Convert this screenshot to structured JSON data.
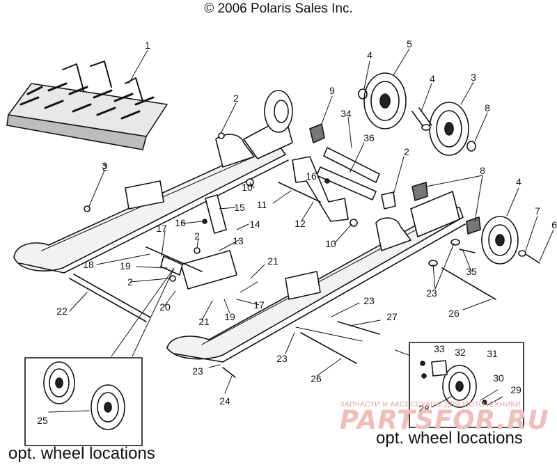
{
  "copyright": "© 2006 Polaris Sales Inc.",
  "opt_wheel_left": "opt. wheel locations",
  "opt_wheel_right": "opt. wheel locations",
  "watermark": {
    "small_text": "ЗАПЧАСТИ И АКСЕССУАРЫ ДЛЯ МОТОТЕХНИКИ",
    "logo_text": "PARTSFOR.RU"
  },
  "callouts": [
    "1",
    "2",
    "3",
    "4",
    "5",
    "4",
    "3",
    "8",
    "9",
    "34",
    "36",
    "2",
    "2",
    "10",
    "16",
    "11",
    "12",
    "15",
    "16",
    "14",
    "2",
    "17",
    "13",
    "18",
    "19",
    "2",
    "21",
    "20",
    "21",
    "19",
    "17",
    "22",
    "10",
    "8",
    "4",
    "7",
    "6",
    "35",
    "23",
    "26",
    "23",
    "27",
    "23",
    "26",
    "23",
    "24",
    "33",
    "32",
    "31",
    "30",
    "29",
    "28",
    "25"
  ]
}
